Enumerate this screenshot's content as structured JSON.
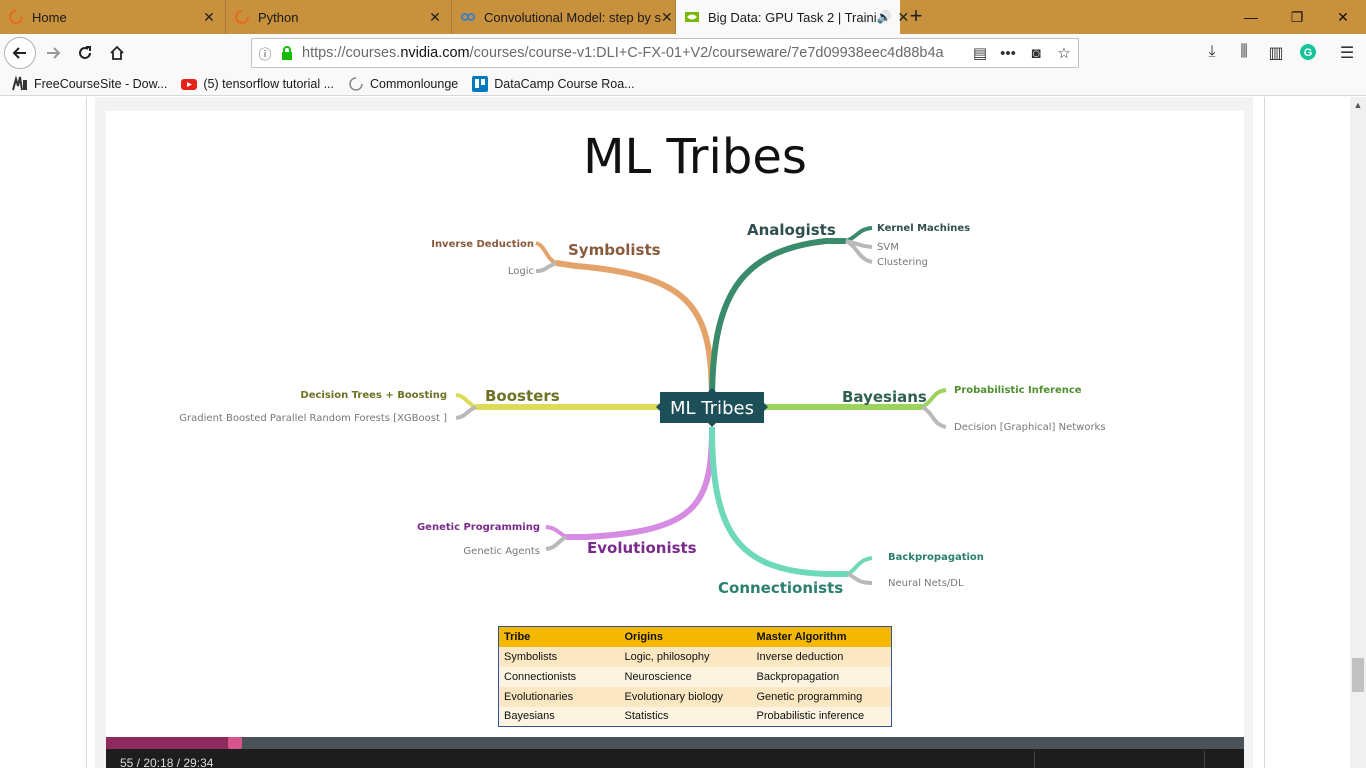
{
  "tabs": [
    {
      "title": "Home",
      "active": false
    },
    {
      "title": "Python",
      "active": false
    },
    {
      "title": "Convolutional Model: step by s",
      "active": false
    },
    {
      "title": "Big Data: GPU Task 2 | Traini",
      "active": true
    }
  ],
  "address": {
    "url_prefix": "https://courses.",
    "url_domain": "nvidia.com",
    "url_rest": "/courses/course-v1:DLI+C-FX-01+V2/courseware/7e7d09938eec4d88b4a"
  },
  "bookmarks": [
    {
      "label": "FreeCourseSite - Dow..."
    },
    {
      "label": "(5) tensorflow tutorial ..."
    },
    {
      "label": "Commonlounge"
    },
    {
      "label": "DataCamp Course Roa..."
    }
  ],
  "slide": {
    "title": "ML Tribes",
    "center": "ML Tribes",
    "branches": {
      "symbolists": {
        "name": "Symbolists",
        "color": "#e3a36b",
        "leaves": [
          "Inverse Deduction",
          "Logic"
        ]
      },
      "analogists": {
        "name": "Analogists",
        "color": "#3a8a6c",
        "leaves": [
          "Kernel Machines",
          "SVM",
          "Clustering"
        ]
      },
      "boosters": {
        "name": "Boosters",
        "color": "#dcdc5a",
        "leaves": [
          "Decision Trees + Boosting",
          "Gradient Boosted Parallel Random Forests [XGBoost ]"
        ]
      },
      "bayesians": {
        "name": "Bayesians",
        "color": "#9bd35c",
        "leaves": [
          "Probabilistic Inference",
          "Decision [Graphical] Networks"
        ]
      },
      "evolutionists": {
        "name": "Evolutionists",
        "color": "#d68ce3",
        "leaves": [
          "Genetic Programming",
          "Genetic Agents"
        ]
      },
      "connectionists": {
        "name": "Connectionists",
        "color": "#6ed9b8",
        "leaves": [
          "Backpropagation",
          "Neural Nets/DL"
        ]
      }
    }
  },
  "table": {
    "headers": [
      "Tribe",
      "Origins",
      "Master Algorithm"
    ],
    "rows": [
      [
        "Symbolists",
        "Logic, philosophy",
        "Inverse deduction"
      ],
      [
        "Connectionists",
        "Neuroscience",
        "Backpropagation"
      ],
      [
        "Evolutionaries",
        "Evolutionary biology",
        "Genetic programming"
      ],
      [
        "Bayesians",
        "Statistics",
        "Probabilistic inference"
      ]
    ]
  },
  "player": {
    "progress": 0.113,
    "time": "55 / 20:18 / 29:34"
  }
}
